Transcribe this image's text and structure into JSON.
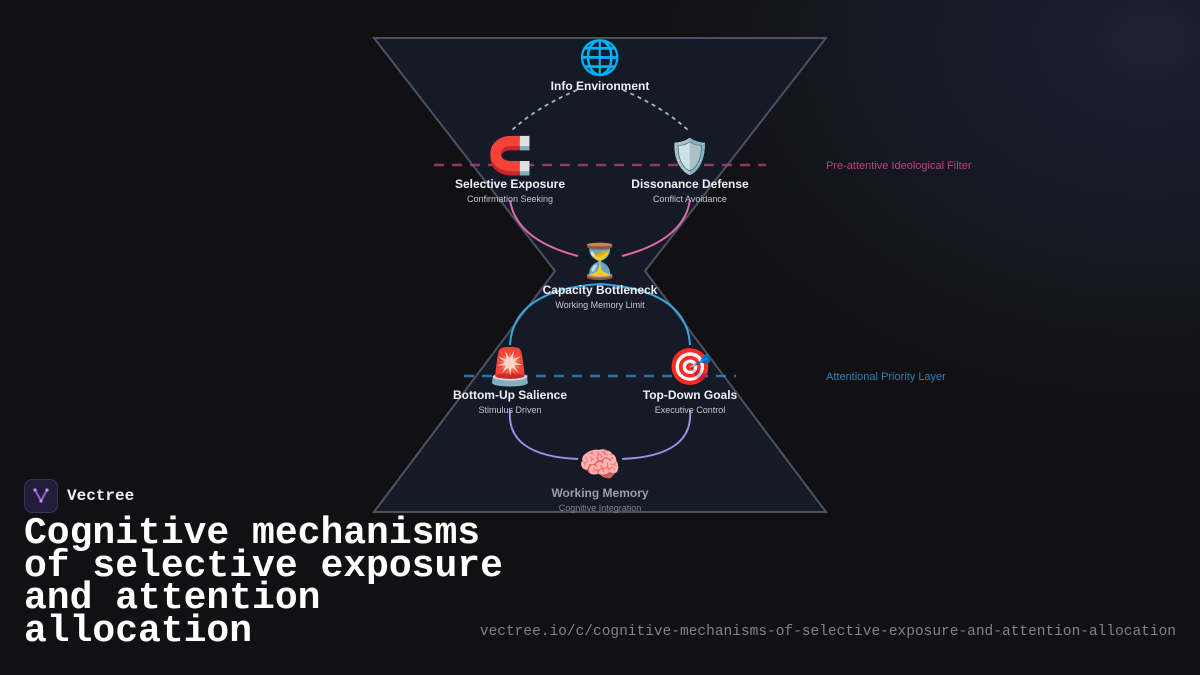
{
  "brand": {
    "name": "Vectree",
    "logo_icon": "branching-tree-icon",
    "accent": "#a35ee0"
  },
  "title": "Cognitive mechanisms of selective exposure and attention allocation",
  "url": "vectree.io/c/cognitive-mechanisms-of-selective-exposure-and-attention-allocation",
  "diagram": {
    "layers": {
      "filter": {
        "label": "Pre-attentive Ideological Filter",
        "color": "#b4477e"
      },
      "priority": {
        "label": "Attentional Priority Layer",
        "color": "#2e7fb8"
      }
    },
    "nodes": {
      "info": {
        "title": "Info Environment",
        "subtitle": "",
        "icon": "globe-icon",
        "glyph": "🌐"
      },
      "selective": {
        "title": "Selective Exposure",
        "subtitle": "Confirmation Seeking",
        "icon": "magnet-icon",
        "glyph": "🧲"
      },
      "dissonance": {
        "title": "Dissonance Defense",
        "subtitle": "Conflict Avoidance",
        "icon": "shield-icon",
        "glyph": "🛡️"
      },
      "bottleneck": {
        "title": "Capacity Bottleneck",
        "subtitle": "Working Memory Limit",
        "icon": "hourglass-icon",
        "glyph": "⏳"
      },
      "salience": {
        "title": "Bottom-Up Salience",
        "subtitle": "Stimulus Driven",
        "icon": "siren-icon",
        "glyph": "🚨"
      },
      "goals": {
        "title": "Top-Down Goals",
        "subtitle": "Executive Control",
        "icon": "target-icon",
        "glyph": "🎯"
      },
      "memory": {
        "title": "Working Memory",
        "subtitle": "Cognitive Integration",
        "icon": "brain-icon",
        "glyph": "🧠"
      }
    },
    "colors": {
      "hourglass_fill": "#141a26",
      "hourglass_stroke": "#4a5262",
      "upper_links": "#e06aa8",
      "middle_links": "#3aa6dc",
      "lower_links": "#a58be6",
      "top_links": "#aeb5c2"
    }
  }
}
